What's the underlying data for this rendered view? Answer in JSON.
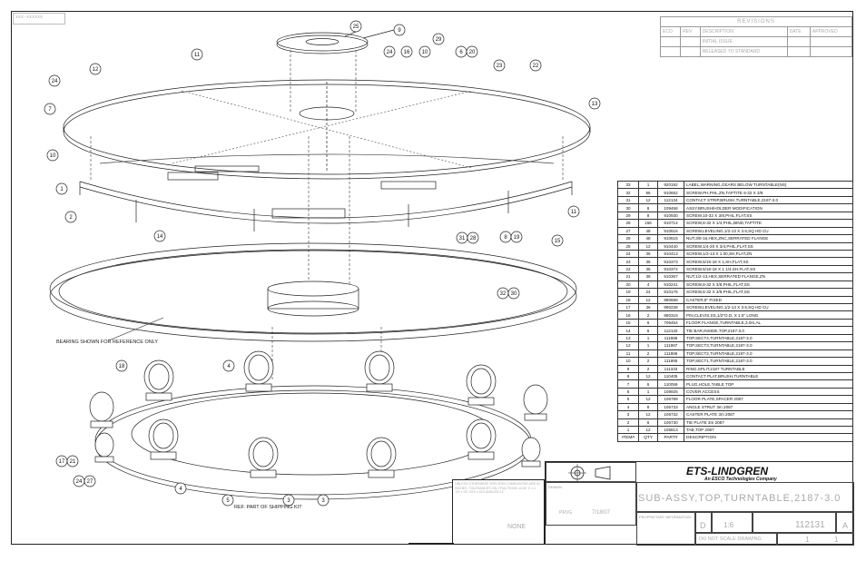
{
  "sheet": {
    "corner_id": "xxx-xxxxxx"
  },
  "revisions": {
    "title": "REVISIONS",
    "headers": [
      "ECO",
      "REV",
      "DESCRIPTION",
      "DATE",
      "APPROVED"
    ],
    "rows": [
      [
        "",
        "",
        "INITIAL ISSUE",
        "",
        ""
      ],
      [
        "",
        "",
        "RELEASED TO STANDARD",
        "",
        ""
      ]
    ]
  },
  "annotations": {
    "bearing_note": "BEARING SHOWN FOR REFERENCE ONLY",
    "ref_note": "REF. PART OF SHIPPING KIT"
  },
  "callouts": [
    "25",
    "9",
    "29",
    "16",
    "24",
    "10",
    "6",
    "20",
    "11",
    "12",
    "24",
    "7",
    "23",
    "22",
    "13",
    "10",
    "1",
    "2",
    "14",
    "31",
    "28",
    "8",
    "19",
    "11",
    "15",
    "32",
    "30",
    "18",
    "4",
    "17",
    "21",
    "24",
    "27",
    "4",
    "5",
    "3",
    "3"
  ],
  "bom": {
    "headers": [
      "ITEM#",
      "QTY",
      "PART#",
      "DESCRIPTION"
    ],
    "rows": [
      [
        "33",
        "1",
        "920192",
        "LABEL,WARNING,GEARS BELOW TURNTABLE(NS)"
      ],
      [
        "32",
        "96",
        "910652",
        "SCREW,PH,PHL,ZN,TAPTITE 6-32 X 3/8"
      ],
      [
        "31",
        "12",
        "112134",
        "CONTACT STRIP,BRUSH,TURNTABLE,2187-3.0"
      ],
      [
        "30",
        "8",
        "109468",
        "ASSY,BRUSH/HOLDER MODIFICATION"
      ],
      [
        "29",
        "8",
        "910930",
        "SCREW,10-32 X 3/8,PHIL,FLAT,SS"
      ],
      [
        "28",
        "156",
        "910714",
        "SCREW,6-32 X 1/4,PHIL,BIND,TAPTITE"
      ],
      [
        "27",
        "48",
        "910616",
        "SCREW,LEVELING,1/2-13 X 3.5,SQ HD CU"
      ],
      [
        "26",
        "48",
        "910615",
        "NUT,3/8-16,HEX,ZNC,SERRATED FLANGE"
      ],
      [
        "25",
        "12",
        "910440",
        "SCREW,1/4-20 X 3/4,PHIL,FLAT,SS"
      ],
      [
        "24",
        "36",
        "910413",
        "SCREW,1/2-13 X 1.00,SH,FLAT,ZN"
      ],
      [
        "23",
        "36",
        "910373",
        "SCREW,5/16-18 X 1,SH,FLAT,SS"
      ],
      [
        "22",
        "36",
        "910372",
        "SCREW,5/16-18 X 1 1/4,SH,FLAT,SS"
      ],
      [
        "21",
        "36",
        "910367",
        "NUT,1/2-13,HEX,SERRATED FLANGE,ZN"
      ],
      [
        "20",
        "4",
        "910241",
        "SCREW,8-32 X 3/8,PHIL,FLAT,SS"
      ],
      [
        "19",
        "24",
        "910175",
        "SCREW,6-32 X 3/8,PHIL,FLAT,SS"
      ],
      [
        "18",
        "12",
        "890668",
        "CASTER,8\" FIXED"
      ],
      [
        "17",
        "36",
        "890238",
        "SCREW,LEVELING,1/2-13 X 3.5,SQ HD CU"
      ],
      [
        "16",
        "2",
        "880316",
        "PIN,CLEVIS,SS,1/2\"O.D. X 1.5\" LONG"
      ],
      [
        "15",
        "6",
        "705454",
        "FLOOR FLANGE,TURNTABLE,3.0m,AL"
      ],
      [
        "14",
        "6",
        "112133",
        "TIE BAR,INSIDE,TOP,2187-3.0"
      ],
      [
        "13",
        "1",
        "111988",
        "TOP,SECT4,TURNTABLE,2187-3.0"
      ],
      [
        "12",
        "1",
        "111987",
        "TOP,SECT3,TURNTABLE,2187-3.0"
      ],
      [
        "11",
        "2",
        "111986",
        "TOP,SECT2,TURNTABLE,2187-3.0"
      ],
      [
        "10",
        "2",
        "111985",
        "TOP,SECT1,TURNTABLE,2187-3.0"
      ],
      [
        "9",
        "2",
        "111333",
        "RING,SPLIT,2187 TURNTABLE"
      ],
      [
        "8",
        "12",
        "110405",
        "CONTACT PLAT,BRUSH,TURNTABLE"
      ],
      [
        "7",
        "6",
        "110059",
        "PLUG,HOLE,TABLE TOP"
      ],
      [
        "6",
        "1",
        "108925",
        "COVER,ACCESS"
      ],
      [
        "5",
        "12",
        "106789",
        "FLOOR PLATE,SPACER 2087"
      ],
      [
        "4",
        "8",
        "106733",
        "ANGLE STRUT 3m 2087"
      ],
      [
        "3",
        "12",
        "106732",
        "CASTER PLATE 3m 2087"
      ],
      [
        "2",
        "6",
        "106730",
        "TIE PLATE 3m 2087"
      ],
      [
        "1",
        "12",
        "105813",
        "TAB,TOP 2087"
      ]
    ]
  },
  "title_block": {
    "company": "ETS-LINDGREN",
    "tagline": "An ESCO Technologies Company",
    "title": "SUB-ASSY,TOP,TURNTABLE,2187-3.0",
    "size": "D",
    "scale": "1:6",
    "dwg_no": "112131",
    "rev": "A",
    "sheet": "1",
    "of": "1",
    "not_scale": "DO NOT SCALE DRAWING",
    "drawn_label": "DRAWN",
    "drawn_by": "PRVG",
    "date": "7/18/07",
    "finish": "NONE",
    "tolerance_note": "UNLESS OTHERWISE SPECIFIED DIMENSIONS ARE IN INCHES. TOLERANCES ON: FRACTIONS ±1/32 .X ±.1 .XX ±.03 .XXX ±.010 ANGLES ±1°",
    "proprietary": "PROPRIETARY INFORMATION"
  }
}
